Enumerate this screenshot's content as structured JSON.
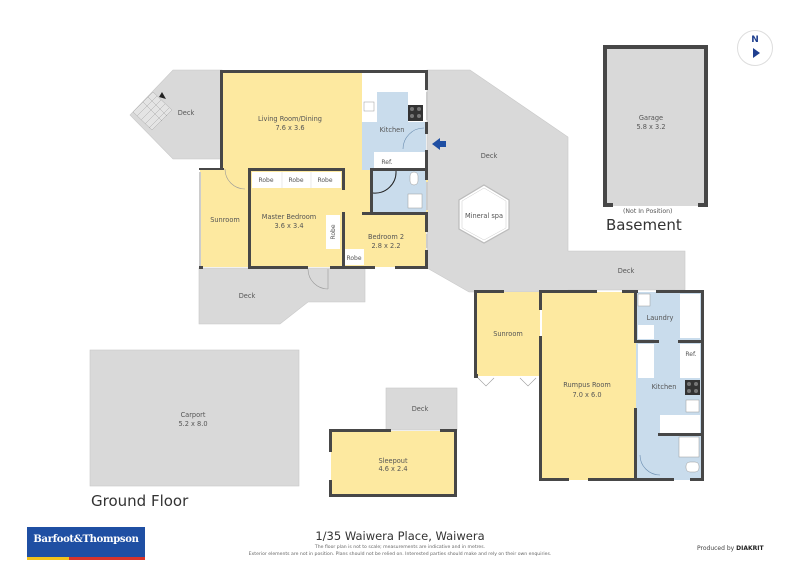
{
  "address": "1/35 Waiwera Place, Waiwera",
  "disclaimer": {
    "line1": "The floor plan is not to scale; measurements are indicative and in metres.",
    "line2": "Exterior elements are not in position. Plans should not be relied on. Interested parties should make and rely on their own enquiries."
  },
  "produced_by": {
    "prefix": "Produced by",
    "brand": "DIAKRIT"
  },
  "logo": {
    "text": "Barfoot&Thompson"
  },
  "compass": {
    "label": "N"
  },
  "colors": {
    "room_yellow": "#fde9a0",
    "wet_blue": "#c9dcec",
    "exterior_gray": "#d9d9d9",
    "wall": "#474747",
    "entry_arrow": "#1f4fa3"
  },
  "floors": {
    "ground": {
      "title": "Ground Floor",
      "rooms": {
        "living": {
          "name": "Living Room/Dining",
          "dims": "7.6 x 3.6"
        },
        "kitchen": {
          "name": "Kitchen"
        },
        "ref": {
          "name": "Ref."
        },
        "sunroom": {
          "name": "Sunroom"
        },
        "master": {
          "name": "Master Bedroom",
          "dims": "3.6 x 3.4"
        },
        "robe1": {
          "name": "Robe"
        },
        "robe2": {
          "name": "Robe"
        },
        "robe3": {
          "name": "Robe"
        },
        "robe4": {
          "name": "Robe"
        },
        "robe5": {
          "name": "Robe"
        },
        "bed2": {
          "name": "Bedroom 2",
          "dims": "2.8 x 2.2"
        },
        "deck_nw": {
          "name": "Deck"
        },
        "deck_sw": {
          "name": "Deck"
        },
        "deck_main": {
          "name": "Deck"
        },
        "spa": {
          "name": "Mineral spa"
        },
        "deck_e": {
          "name": "Deck"
        },
        "sunroom2": {
          "name": "Sunroom"
        },
        "rumpus": {
          "name": "Rumpus Room",
          "dims": "7.0 x 6.0"
        },
        "laundry": {
          "name": "Laundry"
        },
        "ref2": {
          "name": "Ref."
        },
        "kitchen2": {
          "name": "Kitchen"
        },
        "carport": {
          "name": "Carport",
          "dims": "5.2 x 8.0"
        },
        "deck_s": {
          "name": "Deck"
        },
        "sleepout": {
          "name": "Sleepout",
          "dims": "4.6 x 2.4"
        }
      }
    },
    "basement": {
      "title": "Basement",
      "note": "(Not In Position)",
      "rooms": {
        "garage": {
          "name": "Garage",
          "dims": "5.8 x 3.2"
        }
      }
    }
  }
}
